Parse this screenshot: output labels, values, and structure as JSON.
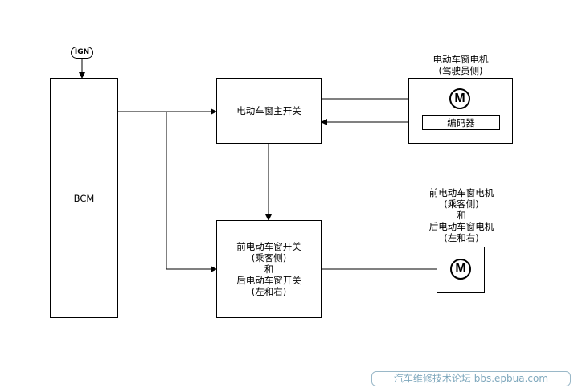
{
  "ign": "IGN",
  "bcm": "BCM",
  "master_switch": "电动车窗主开关",
  "sub_switch": "前电动车窗开关\n(乘客侧)\n和\n后电动车窗开关\n(左和右)",
  "driver_motor_caption": "电动车窗电机\n(驾驶员侧)",
  "encoder": "编码器",
  "motor_symbol": "M",
  "other_motor_caption": "前电动车窗电机\n(乘客侧)\n和\n后电动车窗电机\n(左和右)",
  "watermark": "汽车维修技术论坛 bbs.epbua.com"
}
